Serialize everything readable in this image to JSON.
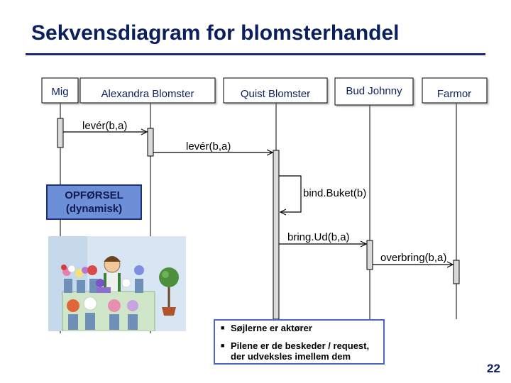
{
  "title": "Sekvensdiagram for blomsterhandel",
  "actors": [
    {
      "id": "mig",
      "label": "Mig"
    },
    {
      "id": "alexandra",
      "label": "Alexandra Blomster"
    },
    {
      "id": "quist",
      "label": "Quist Blomster"
    },
    {
      "id": "bud",
      "label": "Bud Johnny"
    },
    {
      "id": "farmor",
      "label": "Farmor"
    }
  ],
  "messages": [
    {
      "label": "levér(b,a)",
      "from": "Mig",
      "to": "Alexandra Blomster"
    },
    {
      "label": "levér(b,a)",
      "from": "Alexandra Blomster",
      "to": "Quist Blomster"
    },
    {
      "label": "bind.Buket(b)",
      "from": "Quist Blomster",
      "to": "Quist Blomster"
    },
    {
      "label": "bring.Ud(b,a)",
      "from": "Quist Blomster",
      "to": "Bud Johnny"
    },
    {
      "label": "overbring(b,a)",
      "from": "Bud Johnny",
      "to": "Farmor"
    }
  ],
  "note": {
    "line1": "OPFØRSEL",
    "line2": "(dynamisk)"
  },
  "info": [
    "Søjlerne er aktører",
    "Pilene er de beskeder / request, der udveksles imellem dem"
  ],
  "page_number": "22",
  "colors": {
    "title": "#0b1f5e",
    "rule": "#1a2a7a",
    "note_fill": "#6d8fd8",
    "note_border": "#1f2f7a",
    "actor_box": "#ffffff",
    "lifeline": "#000000",
    "activation": "#d9d9d9",
    "info_border": "#4a6ac0"
  }
}
